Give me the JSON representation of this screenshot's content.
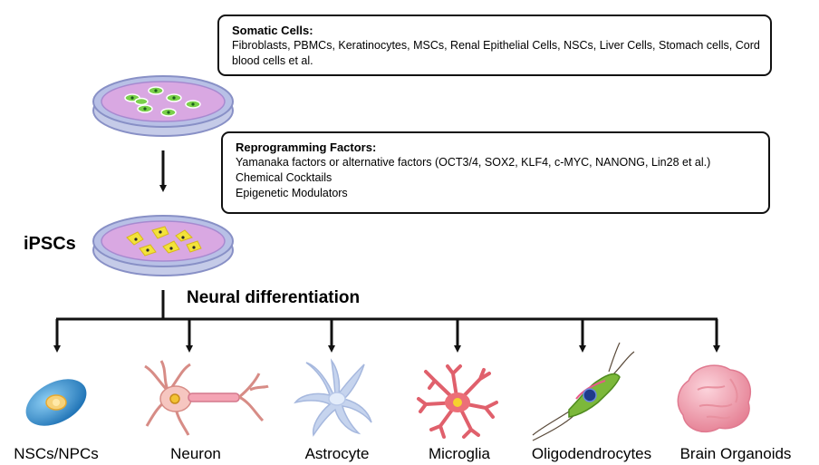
{
  "somatic": {
    "title": "Somatic Cells:",
    "text": "Fibroblasts, PBMCs, Keratinocytes, MSCs, Renal Epithelial Cells, NSCs, Liver Cells, Stomach cells, Cord blood cells et al."
  },
  "reprogramming": {
    "title": "Reprogramming Factors:",
    "lines": [
      "Yamanaka factors or alternative factors (OCT3/4, SOX2, KLF4, c-MYC, NANONG, Lin28 et al.)",
      "Chemical Cocktails",
      "Epigenetic Modulators"
    ]
  },
  "ipsc_label": "iPSCs",
  "differentiation_label": "Neural differentiation",
  "cell_types": [
    "NSCs/NPCs",
    "Neuron",
    "Astrocyte",
    "Microglia",
    "Oligodendrocytes",
    "Brain Organoids"
  ],
  "colors": {
    "dish_medium": "#d8a8e0",
    "dish_rim": "#9aa6d8",
    "somatic_cell": "#7ad04a",
    "ipsc_cell": "#f2e23a",
    "nsc": "#3a8fd0",
    "neuron": "#f6c6c0",
    "astrocyte": "#c6d4ee",
    "microglia": "#ec6f78",
    "oligodendrocyte": "#7cb83a",
    "organoid": "#f0a6b4"
  }
}
